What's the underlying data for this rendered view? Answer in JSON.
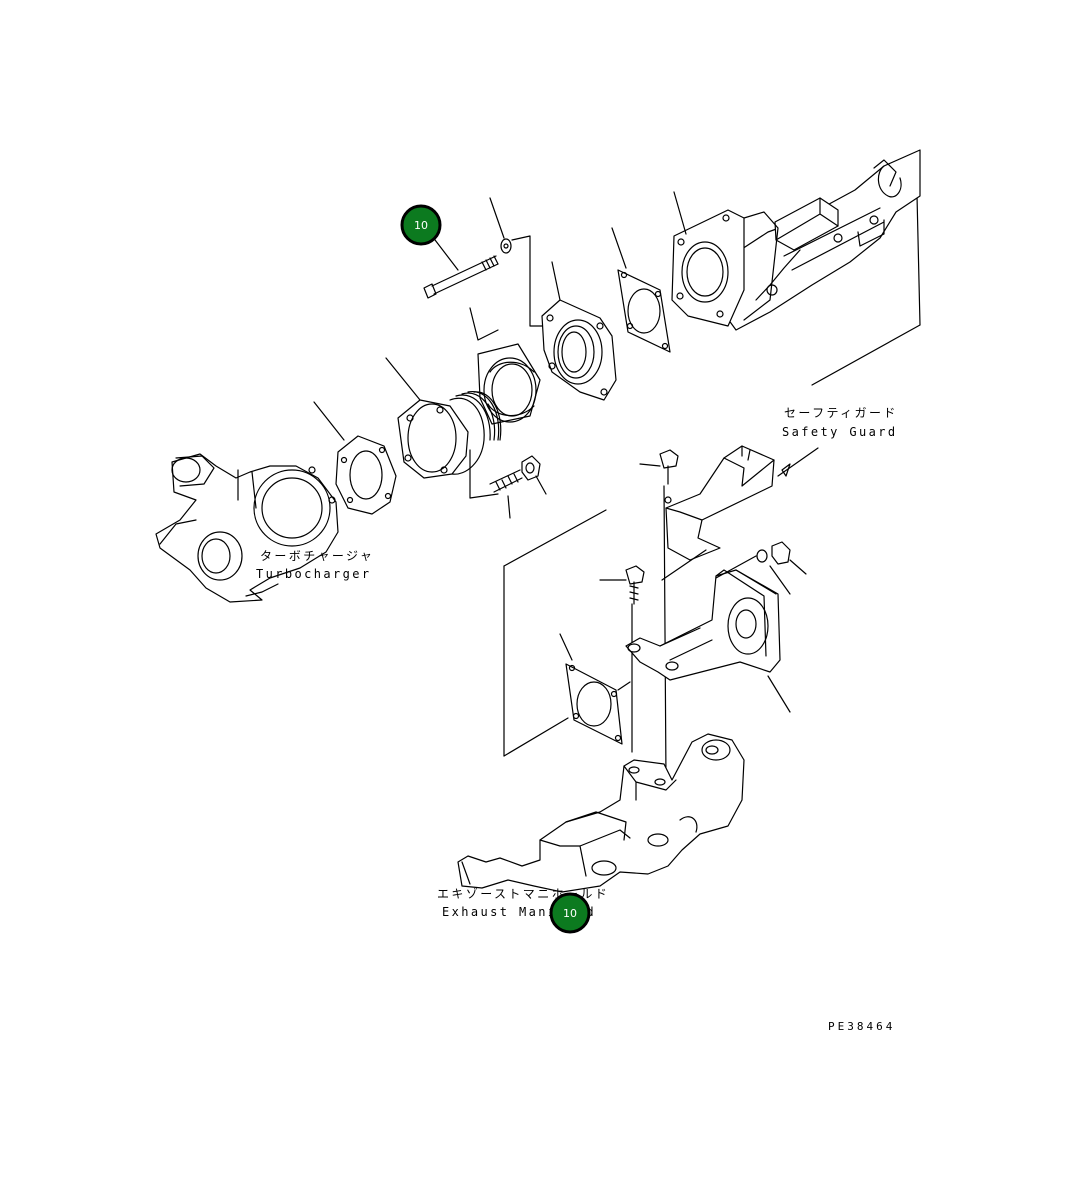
{
  "labels": {
    "safety_guard_jp": "セーフティガード",
    "safety_guard_en": "Safety Guard",
    "turbocharger_jp": "ターボチャージャ",
    "turbocharger_en": "Turbocharger",
    "exhaust_manifold_jp": "エキゾーストマニホールド",
    "exhaust_manifold_en": "Exhaust Manifold"
  },
  "drawing_code": "PE38464",
  "callouts": [
    {
      "number": "10"
    },
    {
      "number": "10"
    }
  ],
  "colors": {
    "callout_fill": "#0c7a1f",
    "callout_ring": "#000000",
    "line": "#000000",
    "background": "#ffffff"
  }
}
